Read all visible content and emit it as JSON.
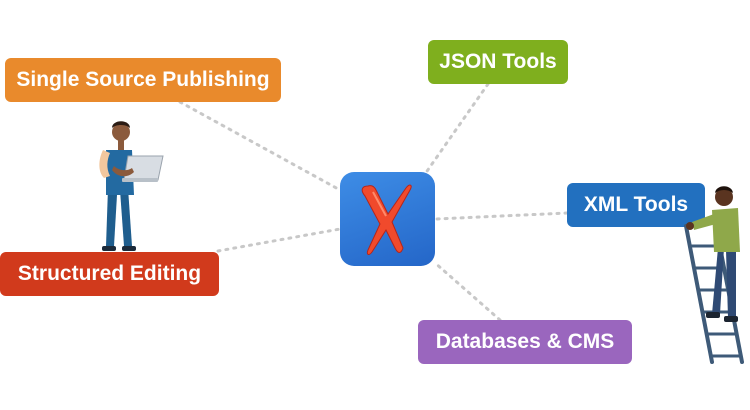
{
  "colors": {
    "single_source_publishing": "#E98A2C",
    "json_tools": "#7FAF1E",
    "xml_tools": "#2270BF",
    "structured_editing": "#D13A1C",
    "databases_cms": "#9A66BE",
    "hub": "#2A72D6",
    "connector": "#C8C8C8"
  },
  "hub": {
    "icon": "oxygen-x-logo-icon"
  },
  "nodes": {
    "single_source_publishing": "Single Source Publishing",
    "json_tools": "JSON Tools",
    "xml_tools": "XML Tools",
    "structured_editing": "Structured Editing",
    "databases_cms": "Databases & CMS"
  },
  "illustrations": {
    "left": "woman-with-laptop-icon",
    "right": "man-on-ladder-icon"
  }
}
